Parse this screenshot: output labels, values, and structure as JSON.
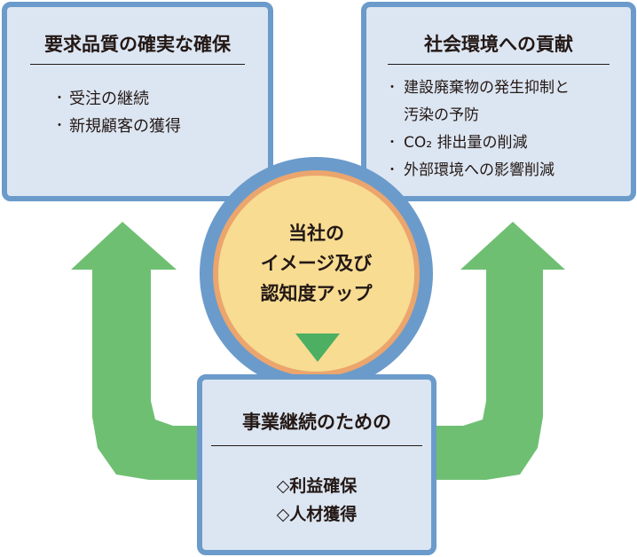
{
  "colors": {
    "box_fill": "#dce6f2",
    "box_border": "#6b9bcb",
    "arrow_green": "#6fbf73",
    "circle_outer": "#6b9bcb",
    "circle_ring": "#eba56d",
    "circle_fill": "#f7dc92",
    "triangle_green": "#4caf62",
    "text": "#231815"
  },
  "quality_box": {
    "title": "要求品質の確実な確保",
    "items": [
      "受注の継続",
      "新規顧客の獲得"
    ]
  },
  "society_box": {
    "title": "社会環境への貢献",
    "items": [
      {
        "line1": "建設廃棄物の発生抑制と",
        "line2": "汚染の予防"
      },
      {
        "line1": "CO₂ 排出量の削減"
      },
      {
        "line1": "外部環境への影響削減"
      }
    ]
  },
  "center_circle": {
    "lines": [
      "当社の",
      "イメージ及び",
      "認知度アップ"
    ]
  },
  "business_box": {
    "title": "事業継続のための",
    "items": [
      "◇利益確保",
      "◇人材獲得"
    ]
  }
}
